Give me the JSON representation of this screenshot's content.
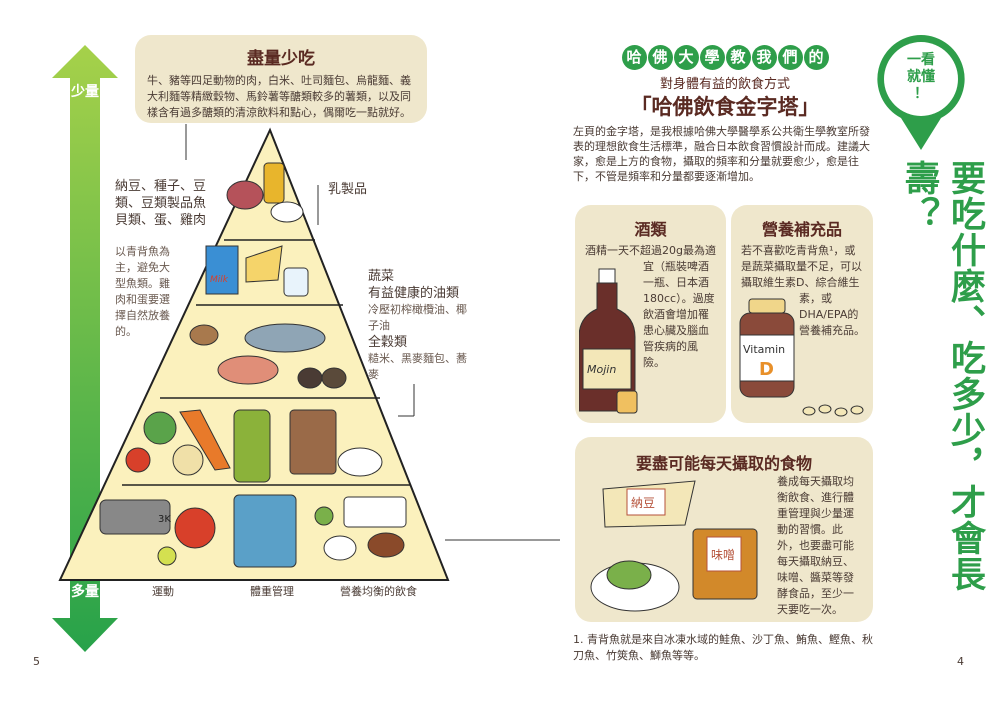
{
  "left_page": {
    "page_number": "5",
    "arrow": {
      "top_label": "少量",
      "bottom_label": "多量",
      "color": "#4caf50"
    },
    "top_box": {
      "title": "盡量少吃",
      "text": "牛、豬等四足動物的肉，白米、吐司麵包、烏龍麵、義大利麵等精緻穀物、馬鈴薯等醣類較多的薯類，以及同樣含有過多醣類的清涼飲料和點心，偶爾吃一點就好。"
    },
    "protein_label": {
      "title": "納豆、種子、豆類、豆類製品魚貝類、蛋、雞肉",
      "text": "以青背魚為主，避免大型魚類。雞肉和蛋要選擇自然放養的。"
    },
    "dairy_label": "乳製品",
    "veg_label": {
      "veg": "蔬菜",
      "oil_title": "有益健康的油類",
      "oil_text": "冷壓初榨橄欖油、椰子油",
      "grain_title": "全穀類",
      "grain_text": "糙米、黑麥麵包、蕎麥"
    },
    "base_labels": [
      "運動",
      "體重管理",
      "營養均衡的飲食"
    ],
    "illustration_text": {
      "milk": "Milk",
      "kettlebell": "3K"
    }
  },
  "right_page": {
    "page_number": "4",
    "badge": {
      "text1": "一看",
      "text2": "就懂",
      "text3": "！",
      "color": "#2e9e4a"
    },
    "vertical_title": "要吃什麼、吃多少，才會長壽？",
    "header": {
      "circles": [
        "哈",
        "佛",
        "大",
        "學",
        "教",
        "我",
        "們",
        "的"
      ],
      "subtitle": "對身體有益的飲食方式",
      "title": "「哈佛飲食金字塔」"
    },
    "intro": "左頁的金字塔，是我根據哈佛大學醫學系公共衛生學教室所發表的理想飲食生活標準，融合日本飲食習慣設計而成。建議大家，愈是上方的食物，攝取的頻率和分量就要愈少，愈是往下，不管是頻率和分量都要逐漸增加。",
    "alcohol": {
      "title": "酒類",
      "text": "酒精一天不超過20g最為適宜（瓶裝啤酒一瓶、日本酒180cc）。過度飲酒會增加罹患心臟及腦血管疾病的風險。",
      "bottle_label": "Mojin"
    },
    "supplement": {
      "title": "營養補充品",
      "text": "若不喜歡吃青背魚¹，或是蔬菜攝取量不足，可以攝取維生素D、綜合維生素，或DHA/EPA的營養補充品。",
      "bottle_label": "Vitamin",
      "bottle_letter": "D"
    },
    "daily": {
      "title": "要盡可能每天攝取的食物",
      "text": "養成每天攝取均衡飲食、進行體重管理與少量運動的習慣。此外，也要盡可能每天攝取納豆、味噌、醬菜等發酵食品，至少一天要吃一次。",
      "natto_label": "納豆",
      "miso_label": "味噌"
    },
    "footnote": "1. 青背魚就是來自冰凍水域的鮭魚、沙丁魚、鮪魚、鰹魚、秋刀魚、竹筴魚、鰤魚等等。"
  }
}
